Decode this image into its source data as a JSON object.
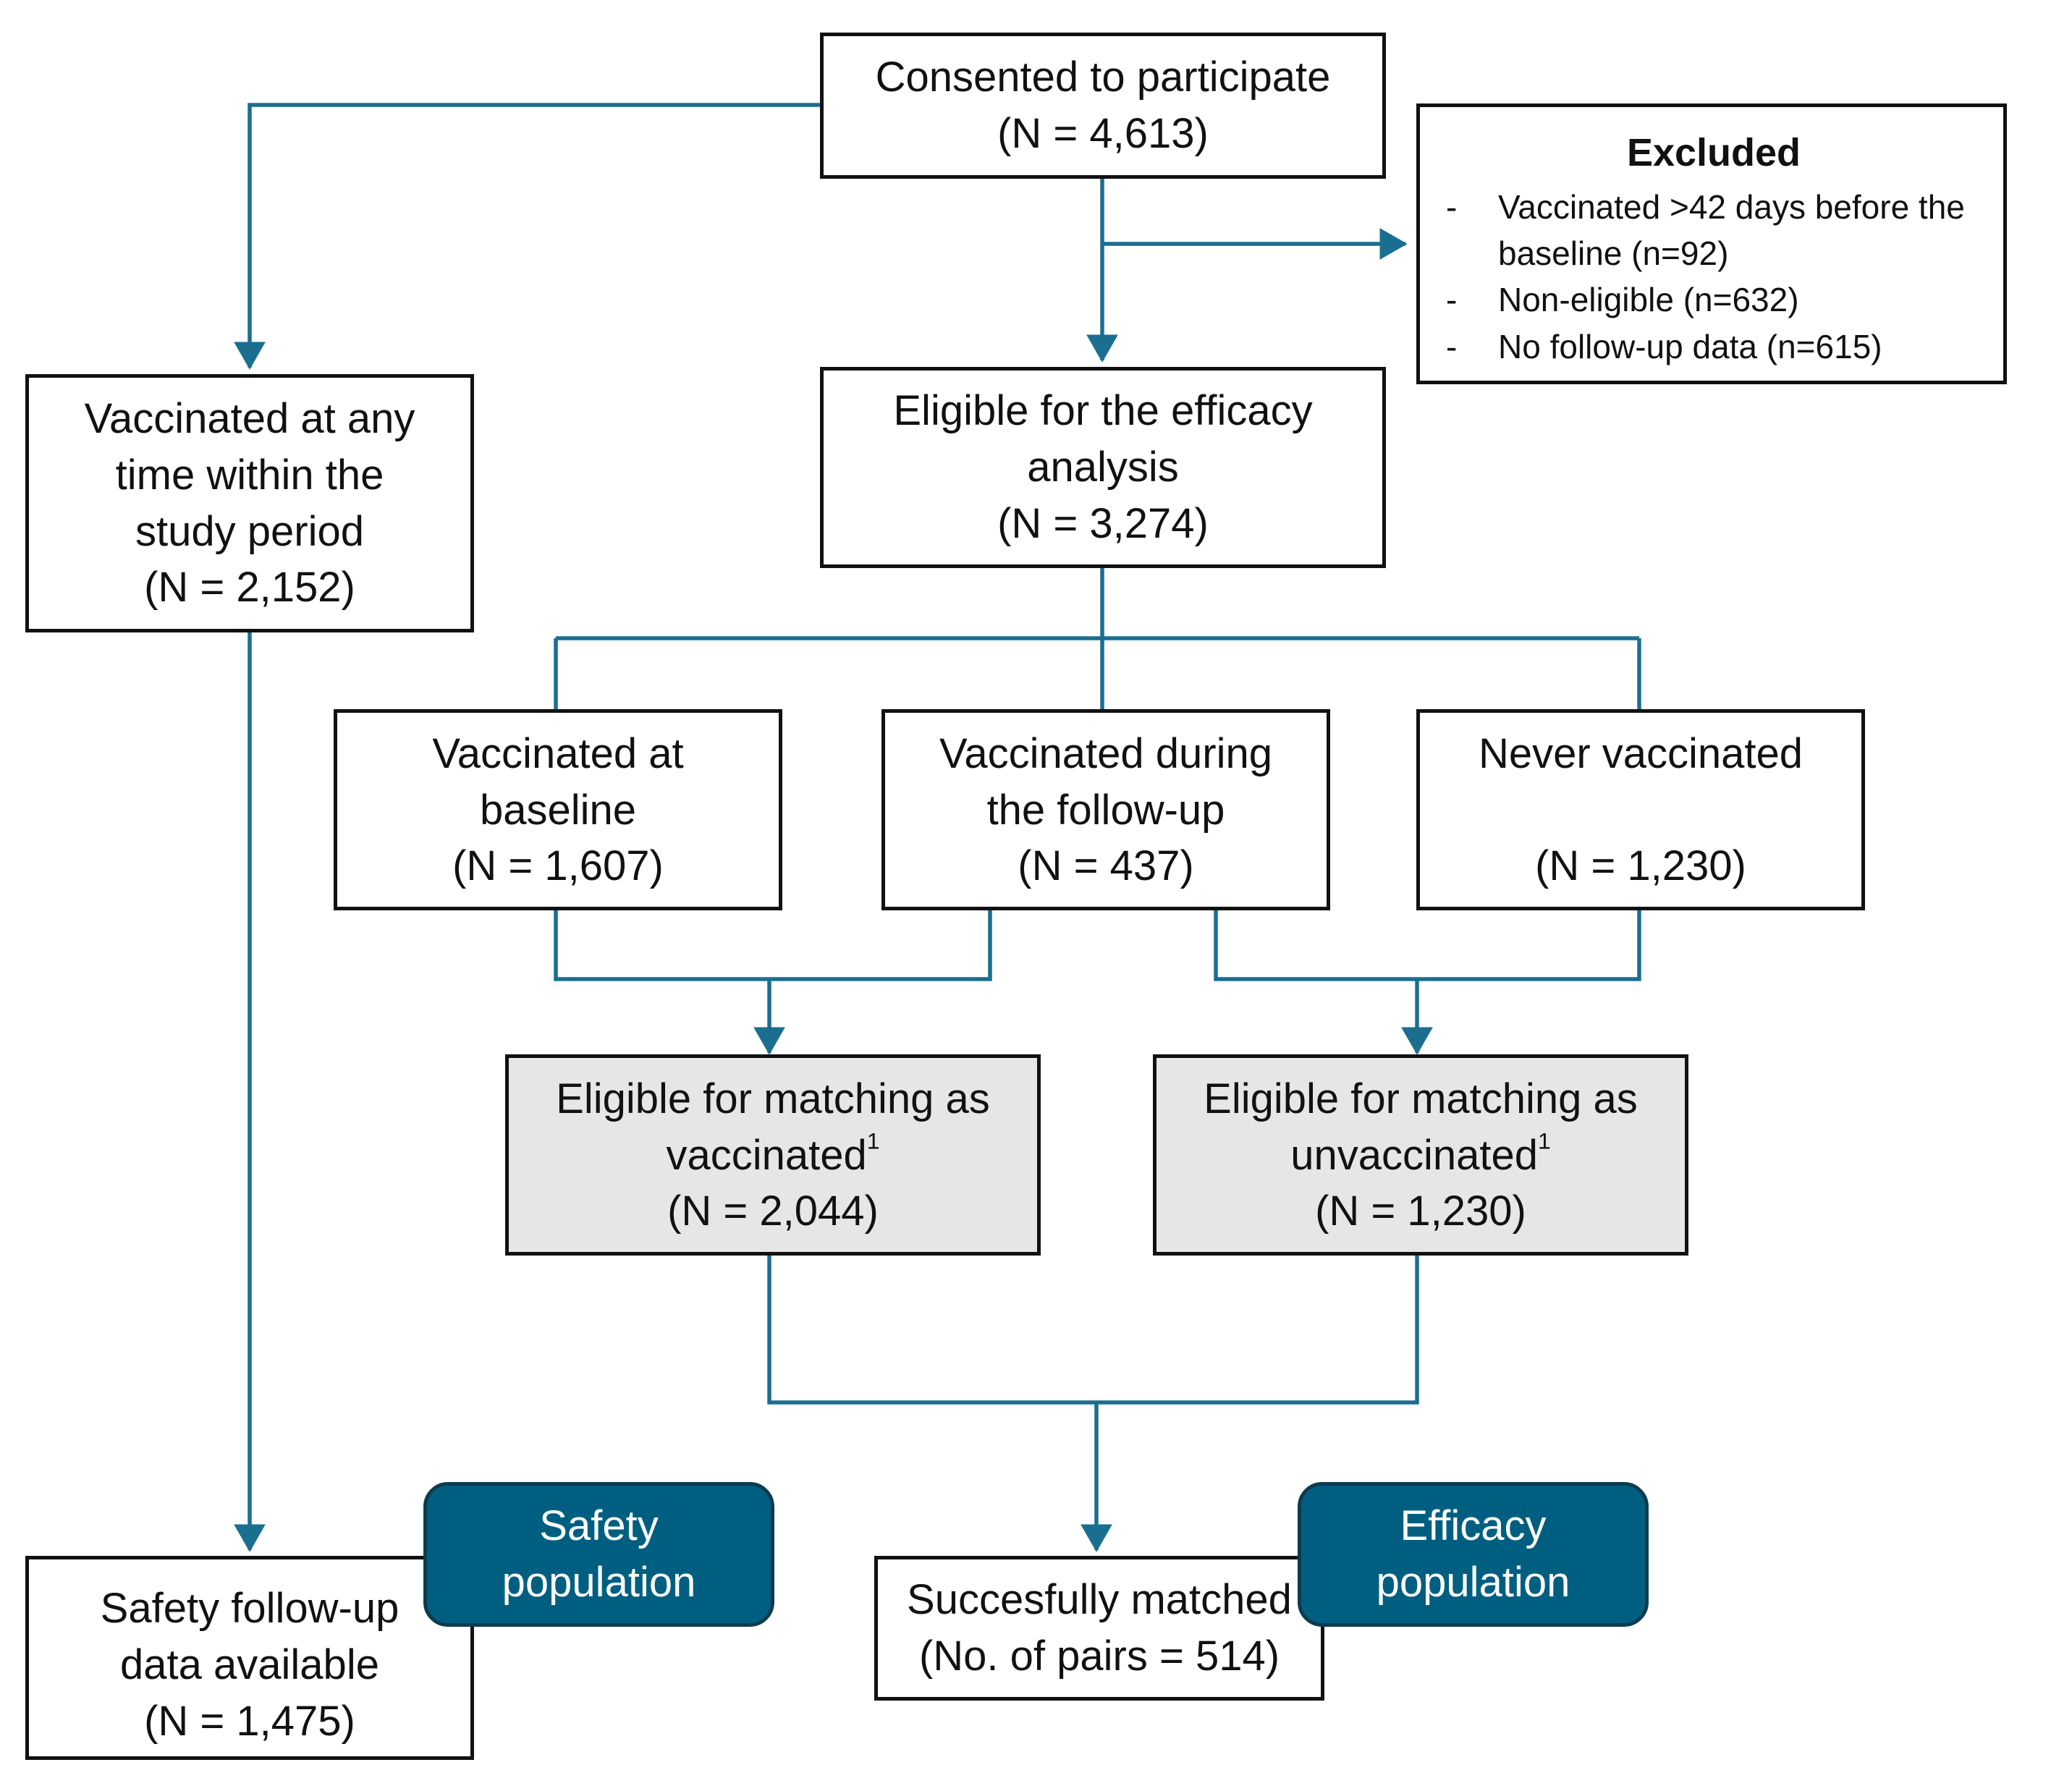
{
  "nodes": {
    "consented": {
      "line1": "Consented to participate",
      "count": "(N = 4,613)"
    },
    "excluded": {
      "title": "Excluded",
      "items": [
        "Vaccinated >42 days before the baseline (n=92)",
        "Non-eligible (n=632)",
        "No follow-up data (n=615)"
      ]
    },
    "vaccinated_any": {
      "line1": "Vaccinated at any",
      "line2": "time within the",
      "line3": "study period",
      "count": "(N = 2,152)"
    },
    "eligible_efficacy": {
      "line1": "Eligible for the efficacy",
      "line2": "analysis",
      "count": "(N = 3,274)"
    },
    "vaccinated_baseline": {
      "line1": "Vaccinated at",
      "line2": "baseline",
      "count": "(N = 1,607)"
    },
    "vaccinated_followup": {
      "line1": "Vaccinated during",
      "line2": "the follow-up",
      "count": "(N = 437)"
    },
    "never_vaccinated": {
      "line1": "Never vaccinated",
      "count": "(N = 1,230)"
    },
    "match_vaccinated": {
      "line1": "Eligible for matching as",
      "line2": "vaccinated",
      "sup": "1",
      "count": "(N = 2,044)"
    },
    "match_unvaccinated": {
      "line1": "Eligible for matching as",
      "line2": "unvaccinated",
      "sup": "1",
      "count": "(N = 1,230)"
    },
    "safety_followup": {
      "line1": "Safety follow-up",
      "line2": "data available",
      "count": "(N = 1,475)"
    },
    "matched": {
      "line1": "Succesfully matched",
      "line2": "(No. of pairs = 514)"
    }
  },
  "badges": {
    "safety": {
      "line1": "Safety",
      "line2": "population"
    },
    "efficacy": {
      "line1": "Efficacy",
      "line2": "population"
    }
  },
  "colors": {
    "connector": "#1a6f91",
    "badge_fill": "#005f80",
    "badge_border": "#0d3b4f",
    "box_grey": "#e6e6e6"
  }
}
